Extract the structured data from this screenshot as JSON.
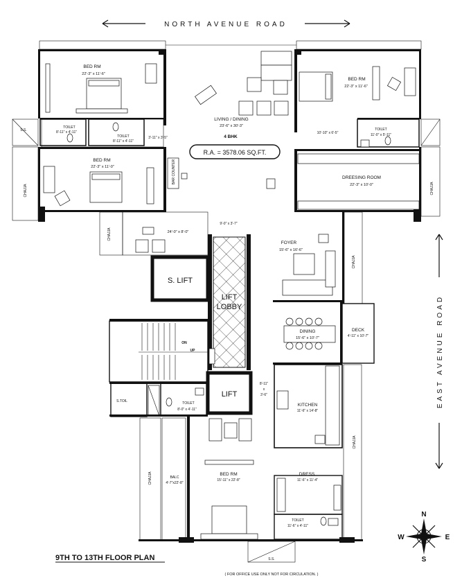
{
  "roads": {
    "north": "NORTH AVENUE ROAD",
    "east": "EAST AVENUE ROAD"
  },
  "rooms": {
    "bed_nw": {
      "name": "BED RM",
      "dim": "22'-3\" x 11'-6\""
    },
    "toilet_nw": {
      "name": "TOILET",
      "dim": "8'-11\" x 4'-11\""
    },
    "toilet_nw2": {
      "name": "TOILET",
      "dim": "8'-11\" x 4'-11\""
    },
    "bed_w": {
      "name": "BED RM",
      "dim": "22'-3\" x 11'-0\""
    },
    "passage_w": {
      "dim": "3'-11\" x 3'-5\""
    },
    "living": {
      "name": "LIVING / DINING",
      "dim": "23'-6\" x 30'-3\""
    },
    "bhk": "4 BHK",
    "area": "R.A. = 3578.06 SQ.FT.",
    "bar": "BAR COUNTER",
    "bed_ne": {
      "name": "BED RM",
      "dim": "22'-3\" x 11'-6\""
    },
    "passage_ne": {
      "dim": "10'-10\" x 6'-5\""
    },
    "toilet_ne": {
      "name": "TOILET",
      "dim": "11'-0\" x 5'-11\""
    },
    "dressing": {
      "name": "DREESING ROOM",
      "dim": "22'-3\" x 10'-0\""
    },
    "balcony_w": {
      "dim": "24'-0\" x 8'-0\""
    },
    "lobby_dim": "9'-0\" x 3'-7\"",
    "foyer": {
      "name": "FOYER",
      "dim": "15'-6\" x 16'-6\""
    },
    "s_lift": "S. LIFT",
    "lift_lobby": [
      "LIFT",
      "LOBBY"
    ],
    "dining": {
      "name": "DINING",
      "dim": "15'-6\" x 10'-7\""
    },
    "deck": {
      "name": "DECK",
      "dim": "4'-11\" x 10'-7\""
    },
    "stair_on": "ON",
    "stair_up": "UP",
    "lift": "LIFT",
    "s_toil": "S.TOIL",
    "toilet_s": {
      "name": "TOILET",
      "dim": "8'-0\" x 4'-11\""
    },
    "duct": [
      "8'-11\"",
      "x",
      "3'-6\""
    ],
    "kitchen": {
      "name": "KITCHEN",
      "dim": "11'-6\" x 14'-8\""
    },
    "balc": {
      "name": "BALC",
      "dim": "4'-7\"x22'-8\""
    },
    "bed_s": {
      "name": "BED RM",
      "dim": "15'-11\" x 22'-8\""
    },
    "dress": {
      "name": "DRESS",
      "dim": "11'-6\" x 11'-4\""
    },
    "toilet_se": {
      "name": "TOILET",
      "dim": "11'-6\" x 4'-11\""
    }
  },
  "labels": {
    "chajja": "CHAJJA",
    "ss": "S.S."
  },
  "compass": {
    "n": "N",
    "s": "S",
    "e": "E",
    "w": "W"
  },
  "title": "9TH TO 13TH FLOOR PLAN",
  "note": "( FOR OFFICE USE ONLY NOT FOR CIRCULATION. )"
}
